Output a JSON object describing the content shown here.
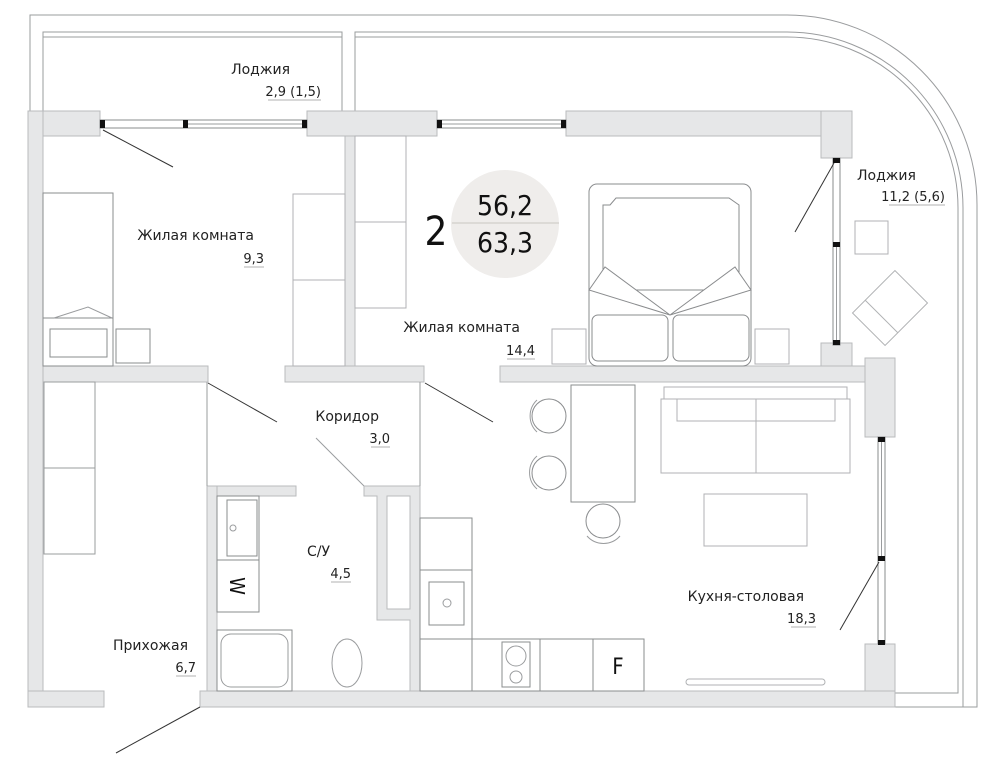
{
  "summary": {
    "rooms_count": "2",
    "living_area": "56,2",
    "total_area": "63,3",
    "circle_color": "#efedeb"
  },
  "rooms": {
    "loggia_top": {
      "name": "Лоджия",
      "area": "2,9 (1,5)"
    },
    "bedroom_small": {
      "name": "Жилая комната",
      "area": "9,3"
    },
    "bedroom_large": {
      "name": "Жилая комната",
      "area": "14,4"
    },
    "loggia_right": {
      "name": "Лоджия",
      "area": "11,2 (5,6)"
    },
    "corridor": {
      "name": "Коридор",
      "area": "3,0"
    },
    "bathroom": {
      "name": "С/У",
      "area": "4,5"
    },
    "hallway": {
      "name": "Прихожая",
      "area": "6,7"
    },
    "kitchen": {
      "name": "Кухня-столовая",
      "area": "18,3"
    }
  },
  "appliances": {
    "washer": "W",
    "fridge": "F"
  },
  "colors": {
    "wall": "#e6e7e8",
    "wall_edge": "#b9bbbd"
  }
}
